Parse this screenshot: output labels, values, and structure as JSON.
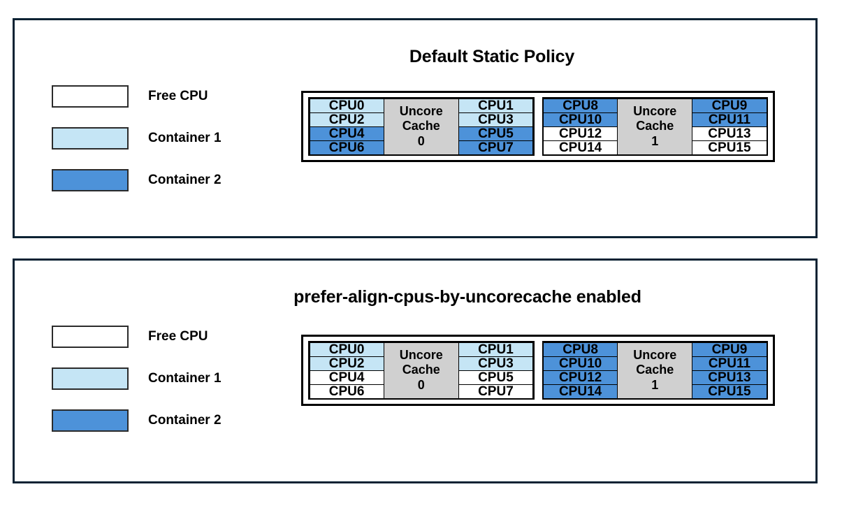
{
  "colors": {
    "free": "#ffffff",
    "container1": "#c5e5f5",
    "container2": "#4d92d9",
    "cache": "#d0d0d0",
    "panel_border": "#0a2233",
    "cell_border": "#000000"
  },
  "legend": {
    "items": [
      {
        "label": "Free CPU",
        "swatch": "#ffffff"
      },
      {
        "label": "Container 1",
        "swatch": "#c5e5f5"
      },
      {
        "label": "Container 2",
        "swatch": "#4d92d9"
      }
    ]
  },
  "panels": [
    {
      "title": "Default Static Policy",
      "groups": [
        {
          "cache_label_line1": "Uncore",
          "cache_label_line2": "Cache",
          "cache_label_line3": "0",
          "left_column": [
            {
              "label": "CPU0",
              "fill": "#c5e5f5"
            },
            {
              "label": "CPU2",
              "fill": "#c5e5f5"
            },
            {
              "label": "CPU4",
              "fill": "#4d92d9"
            },
            {
              "label": "CPU6",
              "fill": "#4d92d9"
            }
          ],
          "right_column": [
            {
              "label": "CPU1",
              "fill": "#c5e5f5"
            },
            {
              "label": "CPU3",
              "fill": "#c5e5f5"
            },
            {
              "label": "CPU5",
              "fill": "#4d92d9"
            },
            {
              "label": "CPU7",
              "fill": "#4d92d9"
            }
          ]
        },
        {
          "cache_label_line1": "Uncore",
          "cache_label_line2": "Cache",
          "cache_label_line3": "1",
          "left_column": [
            {
              "label": "CPU8",
              "fill": "#4d92d9"
            },
            {
              "label": "CPU10",
              "fill": "#4d92d9"
            },
            {
              "label": "CPU12",
              "fill": "#ffffff"
            },
            {
              "label": "CPU14",
              "fill": "#ffffff"
            }
          ],
          "right_column": [
            {
              "label": "CPU9",
              "fill": "#4d92d9"
            },
            {
              "label": "CPU11",
              "fill": "#4d92d9"
            },
            {
              "label": "CPU13",
              "fill": "#ffffff"
            },
            {
              "label": "CPU15",
              "fill": "#ffffff"
            }
          ]
        }
      ]
    },
    {
      "title": "prefer-align-cpus-by-uncorecache enabled",
      "groups": [
        {
          "cache_label_line1": "Uncore",
          "cache_label_line2": "Cache",
          "cache_label_line3": "0",
          "left_column": [
            {
              "label": "CPU0",
              "fill": "#c5e5f5"
            },
            {
              "label": "CPU2",
              "fill": "#c5e5f5"
            },
            {
              "label": "CPU4",
              "fill": "#ffffff"
            },
            {
              "label": "CPU6",
              "fill": "#ffffff"
            }
          ],
          "right_column": [
            {
              "label": "CPU1",
              "fill": "#c5e5f5"
            },
            {
              "label": "CPU3",
              "fill": "#c5e5f5"
            },
            {
              "label": "CPU5",
              "fill": "#ffffff"
            },
            {
              "label": "CPU7",
              "fill": "#ffffff"
            }
          ]
        },
        {
          "cache_label_line1": "Uncore",
          "cache_label_line2": "Cache",
          "cache_label_line3": "1",
          "left_column": [
            {
              "label": "CPU8",
              "fill": "#4d92d9"
            },
            {
              "label": "CPU10",
              "fill": "#4d92d9"
            },
            {
              "label": "CPU12",
              "fill": "#4d92d9"
            },
            {
              "label": "CPU14",
              "fill": "#4d92d9"
            }
          ],
          "right_column": [
            {
              "label": "CPU9",
              "fill": "#4d92d9"
            },
            {
              "label": "CPU11",
              "fill": "#4d92d9"
            },
            {
              "label": "CPU13",
              "fill": "#4d92d9"
            },
            {
              "label": "CPU15",
              "fill": "#4d92d9"
            }
          ]
        }
      ]
    }
  ]
}
